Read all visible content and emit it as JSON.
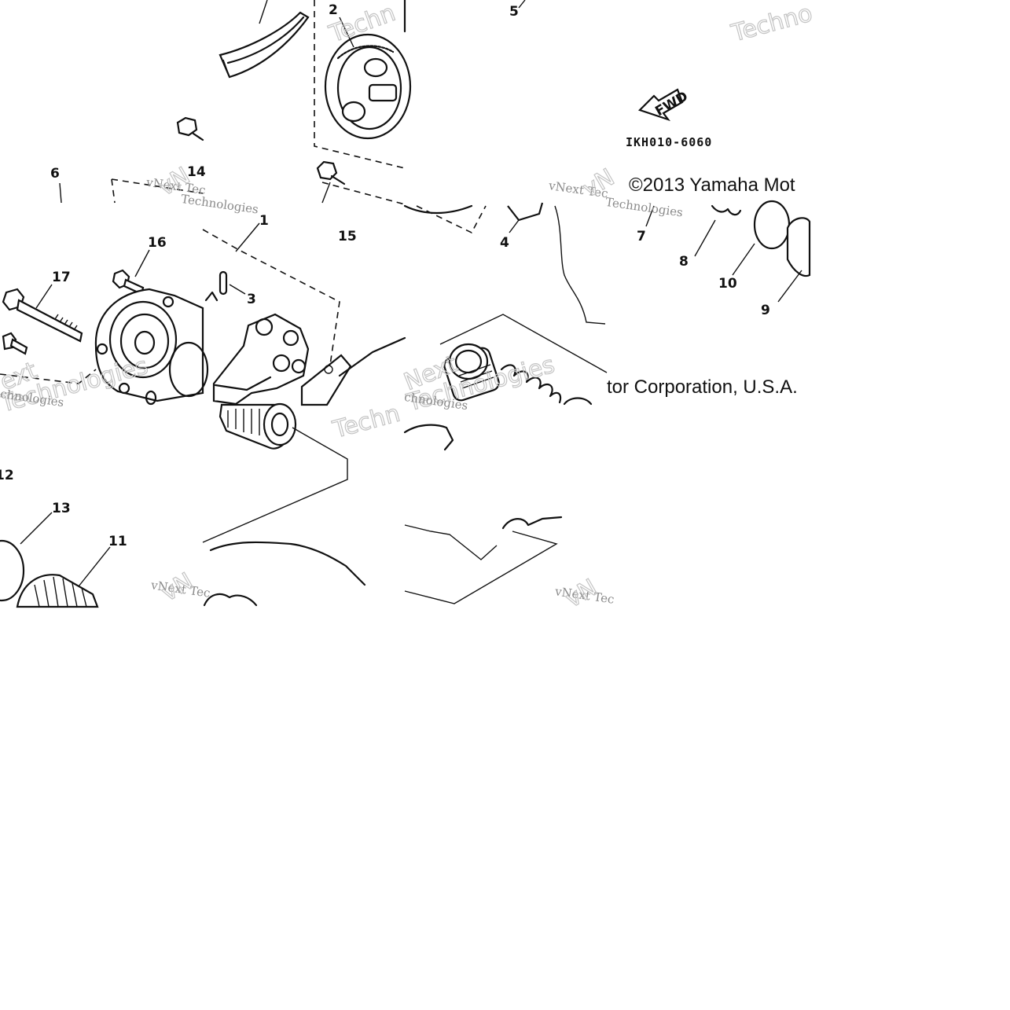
{
  "diagram": {
    "callouts": {
      "c1": "1",
      "c2": "2",
      "c3": "3",
      "c4": "4",
      "c5": "5",
      "c6": "6",
      "c7": "7",
      "c8": "8",
      "c9": "9",
      "c10": "10",
      "c11": "11",
      "c12": "12",
      "c13": "13",
      "c14": "14",
      "c15": "15",
      "c16": "16",
      "c17": "17"
    },
    "fwd_label": "FWD",
    "drawing_code": "IKH010-6060",
    "copyright_part1": "©2013 Yamaha Mot",
    "copyright_part2": "tor Corporation, U.S.A."
  },
  "watermarks": {
    "vnext_tech": "vNext Tec",
    "technologies": "Technologies",
    "chnologies": "chnologies",
    "techn": "Techn",
    "techno": "Techno",
    "next": "Next",
    "ext": "ext",
    "vn": "vN"
  },
  "colors": {
    "ink": "#111111",
    "background": "#ffffff",
    "watermark": "#c4c4c4"
  }
}
